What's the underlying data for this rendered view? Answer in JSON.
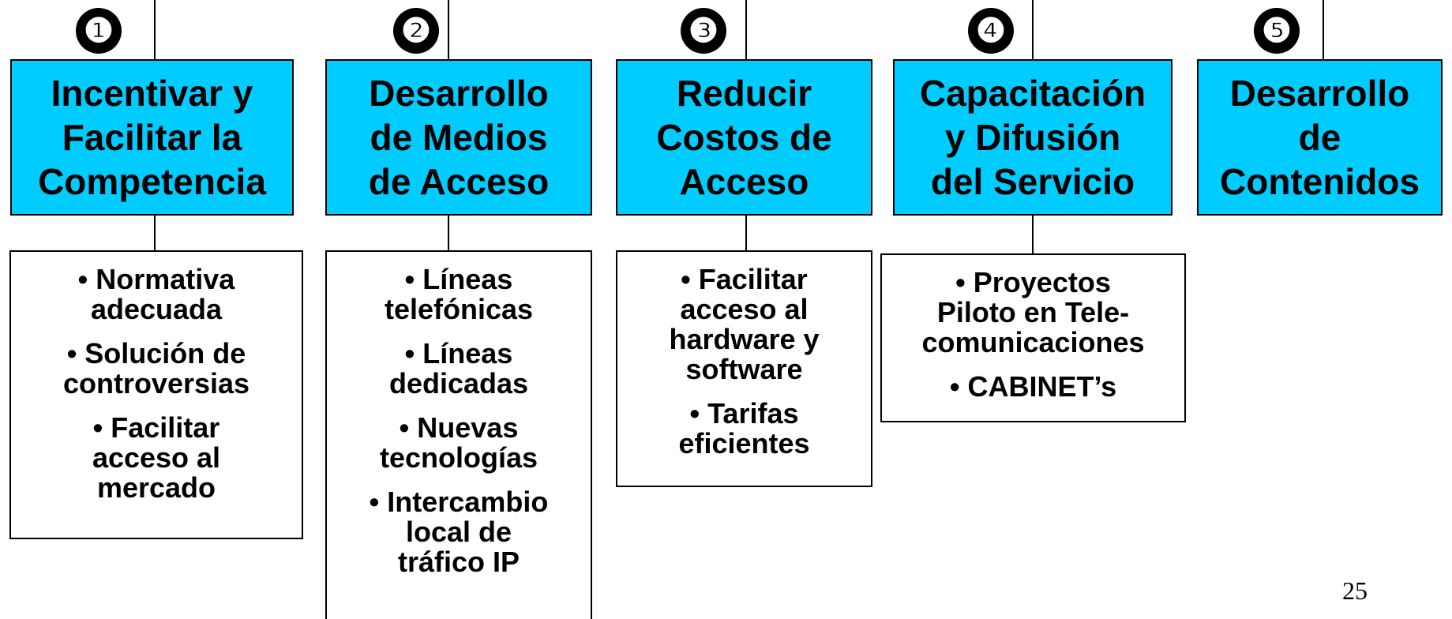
{
  "columns": [
    {
      "number": "❶",
      "title": "Incentivar y\nFacilitar la\nCompetencia",
      "items": [
        "• Normativa\nadecuada",
        "• Solución de\ncontroversias",
        "• Facilitar\nacceso al\nmercado"
      ]
    },
    {
      "number": "❷",
      "title": "Desarrollo\nde Medios\nde Acceso",
      "items": [
        "• Líneas\ntelefónicas",
        "• Líneas\ndedicadas",
        "• Nuevas\ntecnologías",
        "• Intercambio\nlocal de\ntráfico IP"
      ]
    },
    {
      "number": "❸",
      "title": "Reducir\nCostos de\nAcceso",
      "items": [
        "• Facilitar\nacceso al\nhardware y\nsoftware",
        "• Tarifas\neficientes"
      ]
    },
    {
      "number": "❹",
      "title": "Capacitación\ny Difusión\ndel Servicio",
      "items": [
        "• Proyectos\nPiloto en Tele-\ncomunicaciones",
        "• CABINET’s"
      ]
    },
    {
      "number": "❺",
      "title": "Desarrollo\nde\nContenidos",
      "items": []
    }
  ],
  "page_number": "25",
  "colors": {
    "header_fill": "#00ccff",
    "border": "#000000"
  }
}
